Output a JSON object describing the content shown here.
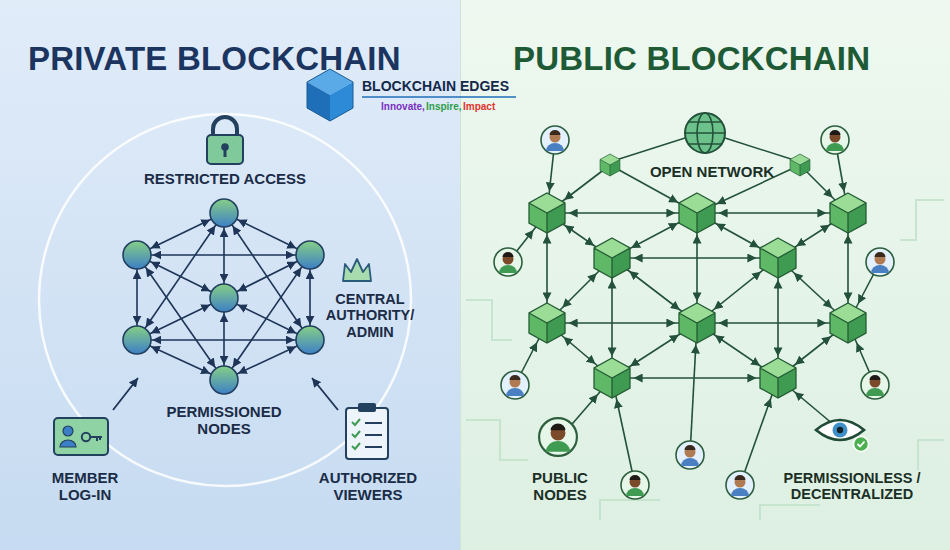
{
  "diagram": {
    "nodes": [
      {
        "text": [
          "PRIVATE BLOCKCHAIN"
        ]
      },
      {
        "text": [
          "PUBLIC BLOCKCHAIN"
        ]
      }
    ],
    "labels": [
      "RESTRICTED ACCESS",
      "CENTRAL AUTHORITY/ ADMIN",
      "PERMISSIONED NODES",
      "MEMBER LOG-IN",
      "AUTHORIZED VIEWERS",
      "BLOCKCHAIN EDGES",
      "Innovate,",
      "Inspire,",
      "Impact",
      "OPEN NETWORK",
      "PUBLIC NODES",
      "PERMISSIONLESS / DECENTRALIZED"
    ]
  }
}
